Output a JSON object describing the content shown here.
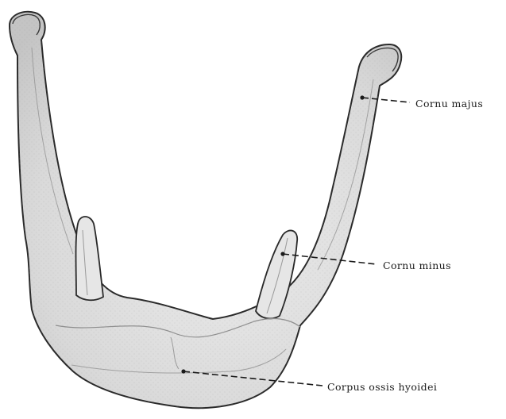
{
  "labels": {
    "cornu_majus": "Cornu majus",
    "cornu_minus": "Cornu minus",
    "corpus": "Corpus ossis hyoidei"
  }
}
